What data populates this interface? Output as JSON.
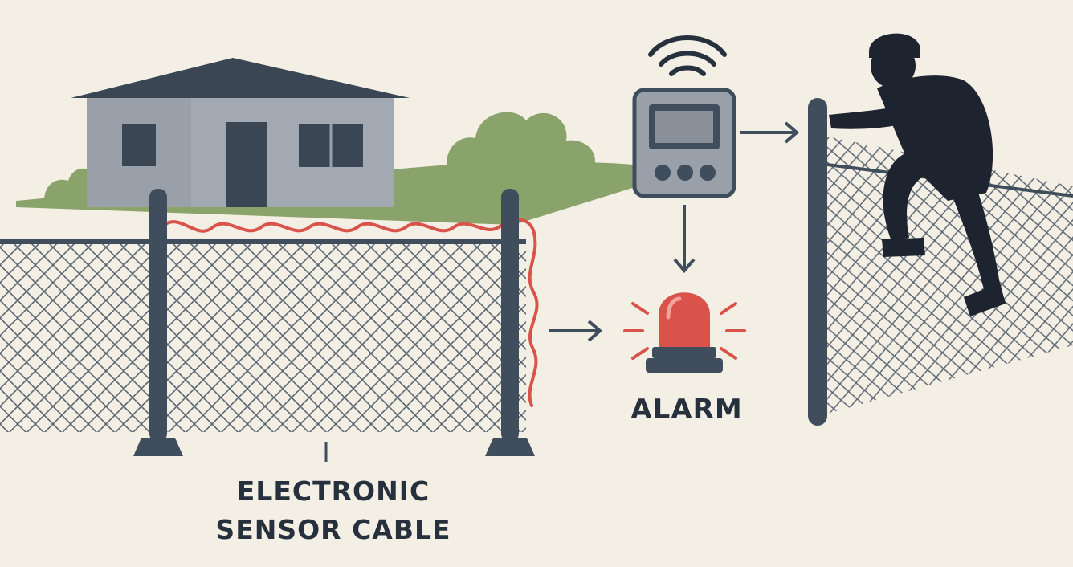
{
  "labels": {
    "alarm": "ALARM",
    "cable_line1": "ELECTRONIC",
    "cable_line2": "SENSOR CABLE"
  },
  "colors": {
    "background": "#f3efe4",
    "post": "#3f4d5c",
    "mesh": "#5a6672",
    "sensor_cable": "#d9534a",
    "alarm_light": "#d9534a",
    "house_wall": "#9aa0aa",
    "roof": "#3a4654",
    "grass": "#8aa36a",
    "intruder": "#1d2430"
  },
  "icons": [
    "house-icon",
    "bush-icon",
    "control-panel-icon",
    "wireless-signal-icon",
    "alarm-siren-icon",
    "intruder-icon",
    "arrow-icon"
  ]
}
